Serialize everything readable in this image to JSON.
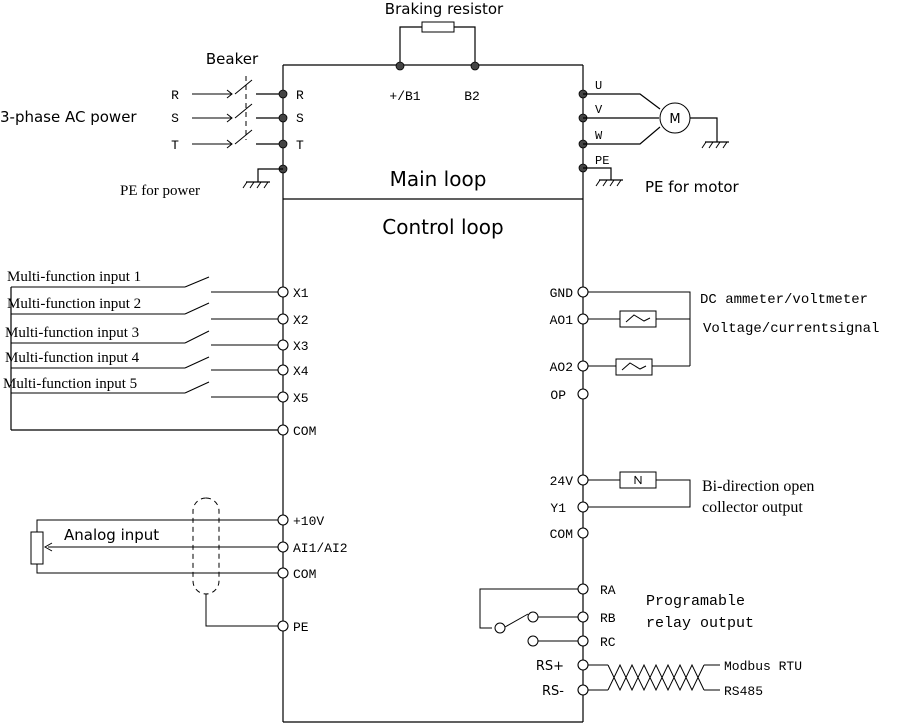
{
  "labels": {
    "braking_resistor": "Braking resistor",
    "beaker": "Beaker",
    "ac_power": "3-phase AC power",
    "pe_power": "PE for power",
    "pe_motor": "PE for motor",
    "main_loop": "Main loop",
    "control_loop": "Control loop",
    "analog_input": "Analog input",
    "dc_meter": "DC ammeter/voltmeter",
    "vc_signal": "Voltage/currentsignal",
    "bi_direction_1": "Bi-direction open",
    "bi_direction_2": "collector output",
    "relay_1": "Programable",
    "relay_2": "relay output",
    "modbus": "Modbus RTU",
    "rs485": "RS485",
    "motor": "M"
  },
  "power_lines": [
    "R",
    "S",
    "T"
  ],
  "power_terminals": [
    "R",
    "S",
    "T"
  ],
  "brake_terminals": [
    "+/B1",
    "B2"
  ],
  "motor_terminals": [
    "U",
    "V",
    "W",
    "PE"
  ],
  "mf_inputs": [
    "Multi-function input 1",
    "Multi-function input 2",
    "Multi-function input 3",
    "Multi-function input 4",
    "Multi-function input 5"
  ],
  "left_terminals": [
    "X1",
    "X2",
    "X3",
    "X4",
    "X5",
    "COM"
  ],
  "analog_terminals": [
    "+10V",
    "AI1/AI2",
    "COM",
    "PE"
  ],
  "right_terminals": [
    "GND",
    "AO1",
    "AO2",
    "OP",
    "24V",
    "Y1",
    "COM"
  ],
  "relay_terminals": [
    "RA",
    "RB",
    "RC"
  ],
  "comm_terminals": [
    "RS+",
    "RS-"
  ]
}
